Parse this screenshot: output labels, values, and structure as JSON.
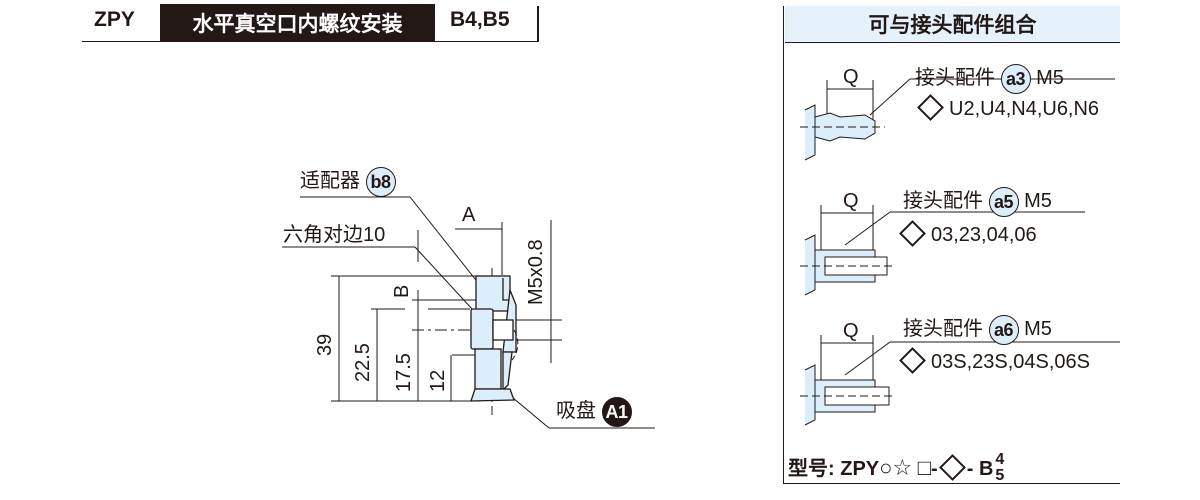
{
  "header": {
    "series_code": "ZPY",
    "title": "水平真空口内螺纹安装",
    "variants": "B4,B5"
  },
  "drawing": {
    "callouts": {
      "adapter_label": "适配器",
      "adapter_badge": "b8",
      "hex_label": "六角对边10",
      "pad_label": "吸盘",
      "pad_badge": "A1"
    },
    "dimensions": {
      "A": "A",
      "B": "B",
      "thread": "M5x0.8",
      "total_height": "39",
      "h1": "22.5",
      "h2": "17.5",
      "h3": "12"
    }
  },
  "panel": {
    "title": "可与接头配件组合",
    "fittings": [
      {
        "dim": "Q",
        "name": "接头配件",
        "badge": "a3",
        "thread": "M5",
        "options": "U2,U4,N4,U6,N6"
      },
      {
        "dim": "Q",
        "name": "接头配件",
        "badge": "a5",
        "thread": "M5",
        "options": "03,23,04,06"
      },
      {
        "dim": "Q",
        "name": "接头配件",
        "badge": "a6",
        "thread": "M5",
        "options": "03S,23S,04S,06S"
      }
    ],
    "model": {
      "label": "型号:",
      "code": "ZPY",
      "sym_circle": "○",
      "sym_star": "☆",
      "sym_square": "□",
      "dash1": "-",
      "dash2": "-",
      "suffix": "B",
      "suffix_top": "4",
      "suffix_bottom": "5"
    }
  },
  "colors": {
    "ink": "#231815",
    "fill": "#dceefa",
    "header_fill": "#e6f2fb"
  }
}
